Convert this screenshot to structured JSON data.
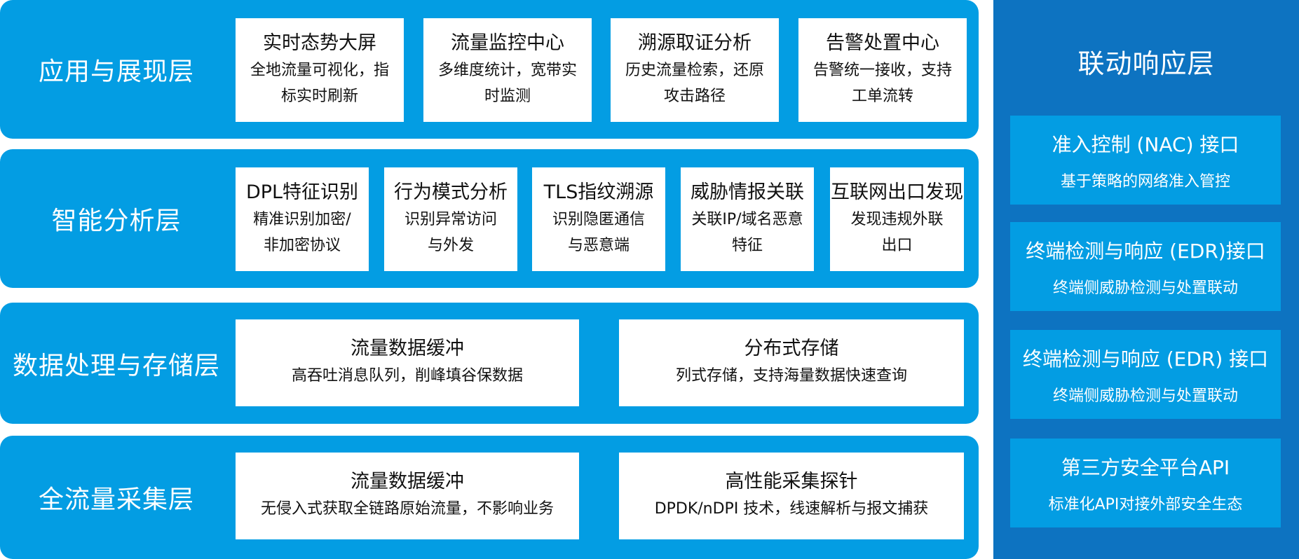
{
  "layers": [
    {
      "title": "应用与展现层",
      "cards": [
        {
          "title": "实时态势大屏",
          "desc": "全地流量可视化，指标实时刷新"
        },
        {
          "title": "流量监控中心",
          "desc": "多维度统计，宽带实时监测"
        },
        {
          "title": "溯源取证分析",
          "desc": "历史流量检索，还原攻击路径"
        },
        {
          "title": "告警处置中心",
          "desc": "告警统一接收，支持工单流转"
        }
      ]
    },
    {
      "title": "智能分析层",
      "cards": [
        {
          "title": "DPL特征识别",
          "desc": "精准识别加密/非加密协议"
        },
        {
          "title": "行为模式分析",
          "desc": "识别异常访问与外发"
        },
        {
          "title": "TLS指纹溯源",
          "desc": "识别隐匿通信与恶意端"
        },
        {
          "title": "威胁情报关联",
          "desc": "关联IP/域名恶意特征"
        },
        {
          "title": "互联网出口发现",
          "desc": "发现违规外联出口"
        }
      ]
    },
    {
      "title": "数据处理与存储层",
      "cards": [
        {
          "title": "流量数据缓冲",
          "desc": "高吞吐消息队列，削峰填谷保数据"
        },
        {
          "title": "分布式存储",
          "desc": "列式存储，支持海量数据快速查询"
        }
      ]
    },
    {
      "title": "全流量采集层",
      "cards": [
        {
          "title": "流量数据缓冲",
          "desc": "无侵入式获取全链路原始流量，不影响业务"
        },
        {
          "title": "高性能采集探针",
          "desc": "DPDK/nDPI 技术，线速解析与报文捕获"
        }
      ]
    }
  ],
  "response": {
    "title": "联动响应层",
    "cards": [
      {
        "title": "准入控制 (NAC) 接口",
        "desc": "基于策略的网络准入管控"
      },
      {
        "title": "终端检测与响应 (EDR)接口",
        "desc": "终端侧威胁检测与处置联动"
      },
      {
        "title": "终端检测与响应 (EDR) 接口",
        "desc": "终端侧威胁检测与处置联动"
      },
      {
        "title": "第三方安全平台API",
        "desc": "标准化API对接外部安全生态"
      }
    ]
  },
  "colors": {
    "layer_bg": "#039de3",
    "panel_bg": "#0d73c1",
    "card_bg": "#ffffff",
    "text_dark": "#111111",
    "text_light": "#ffffff"
  }
}
